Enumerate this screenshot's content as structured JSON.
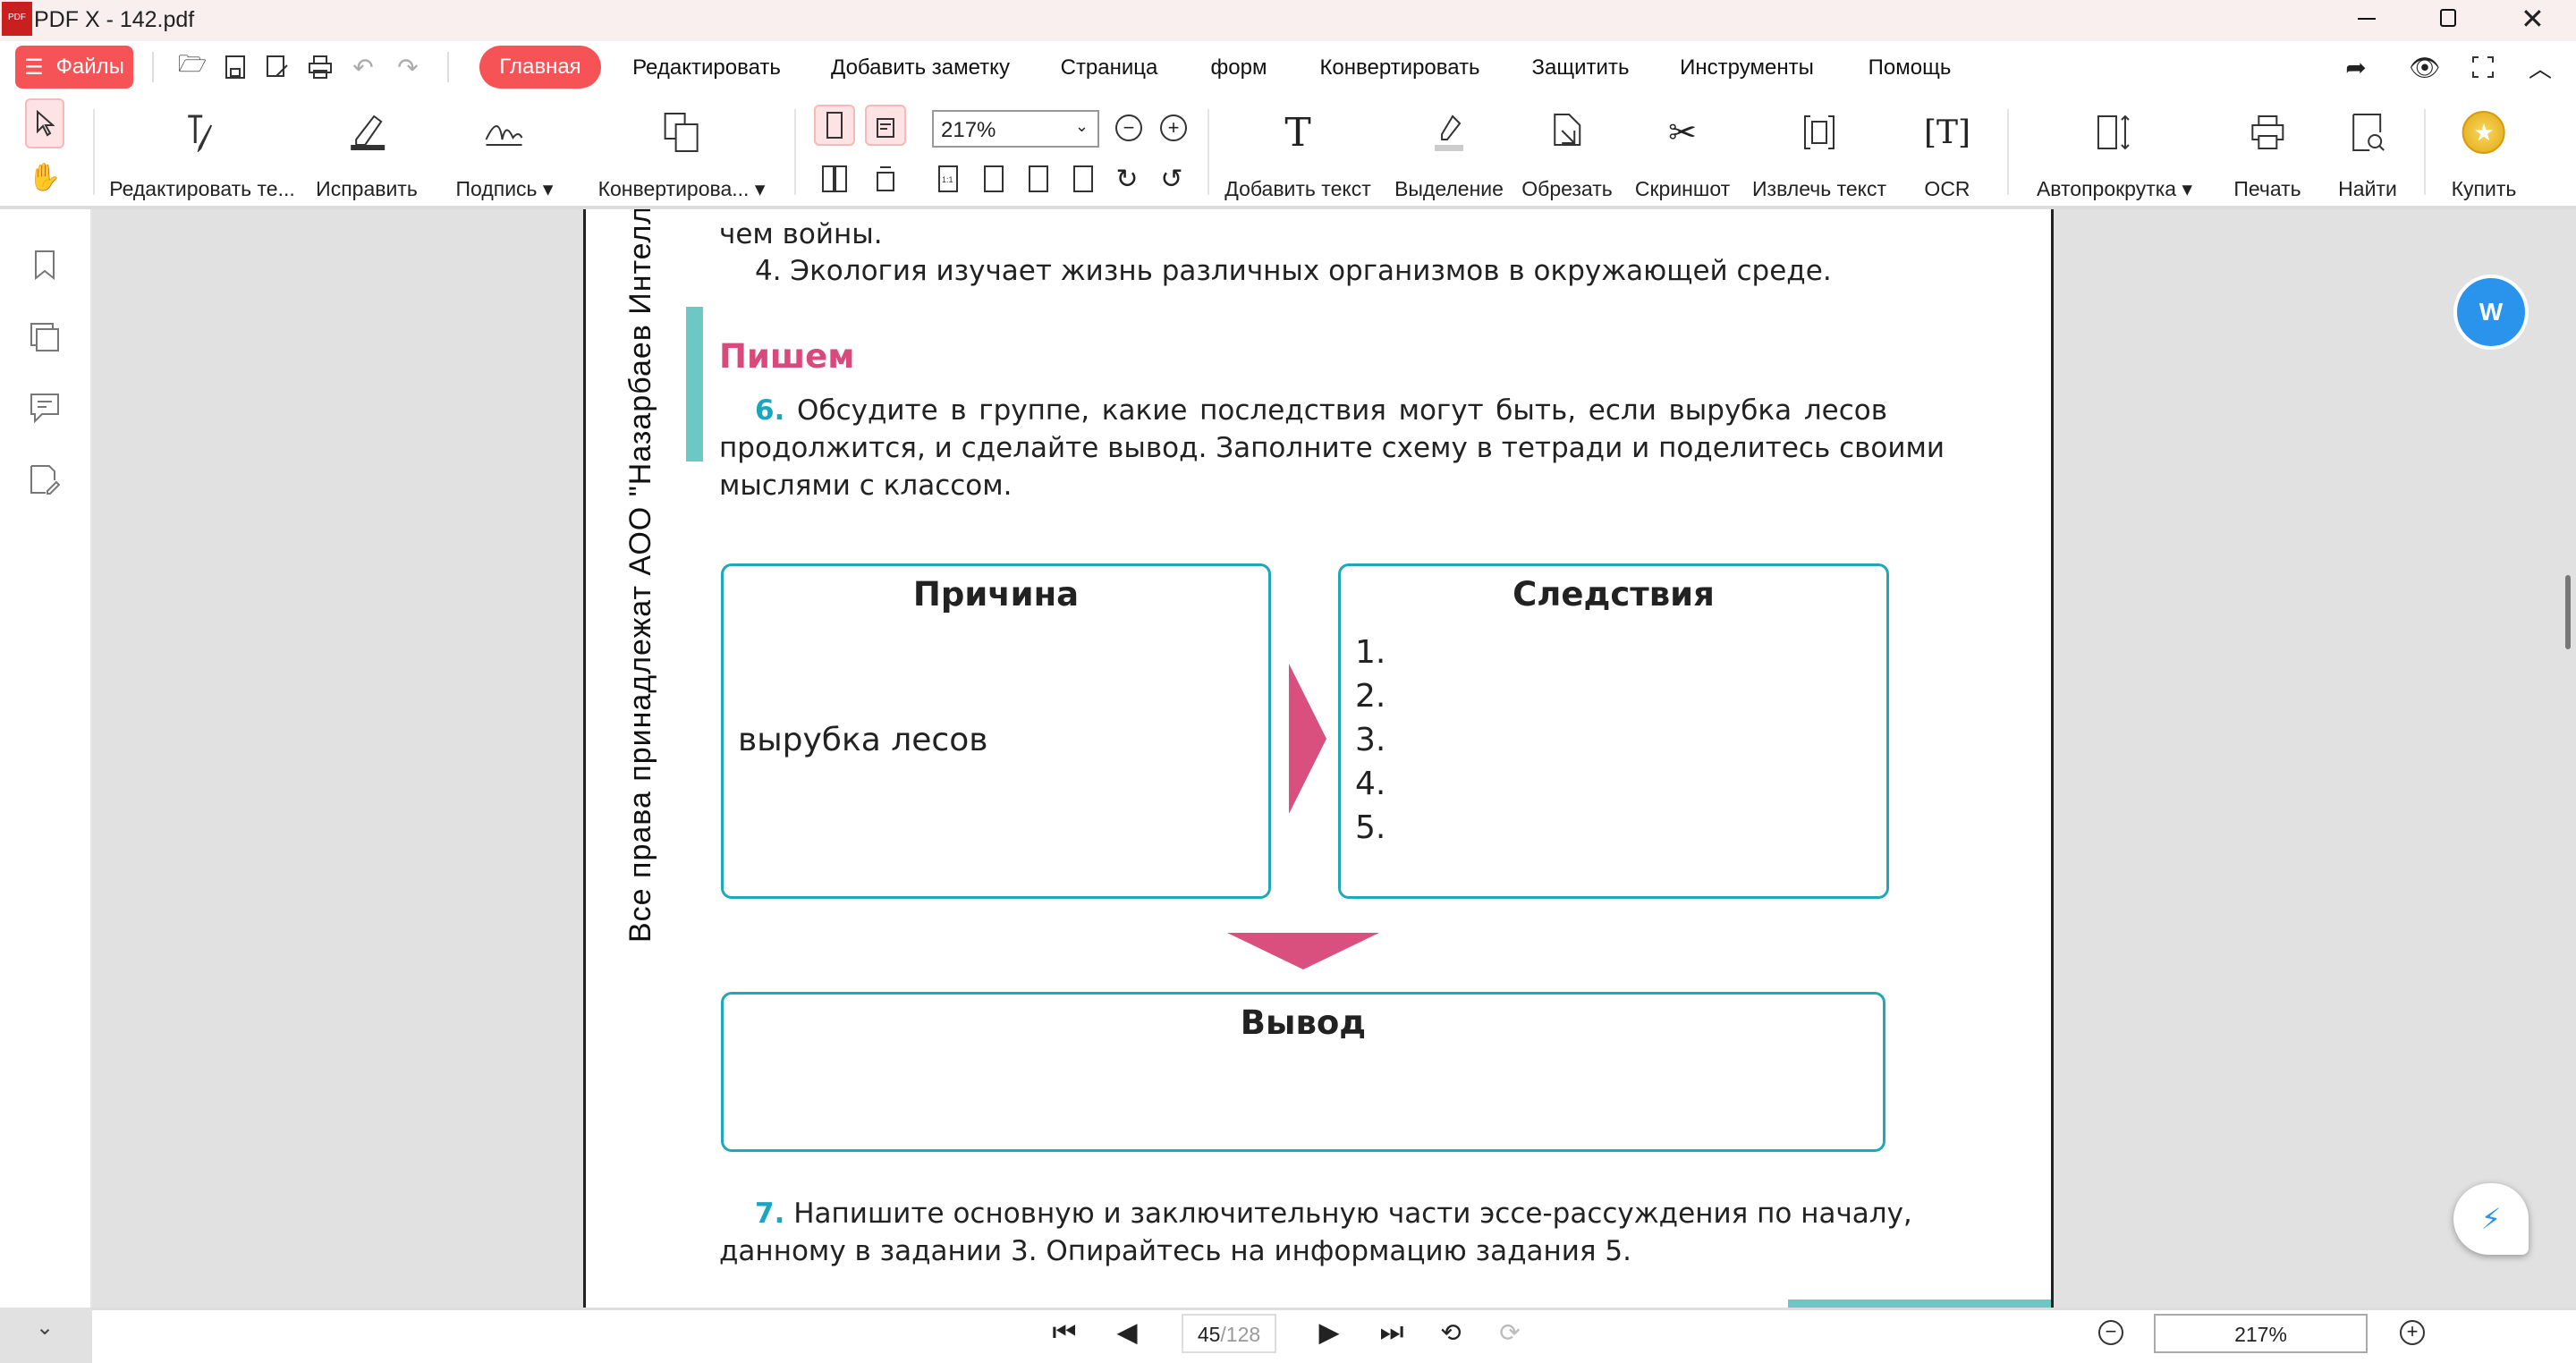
{
  "window": {
    "title": "PDF X - 142.pdf",
    "logo_text": "PDF"
  },
  "menu": {
    "files_label": "Файлы",
    "tabs": [
      "Главная",
      "Редактировать",
      "Добавить заметку",
      "Страница",
      "форм",
      "Конвертировать",
      "Защитить",
      "Инструменты",
      "Помощь"
    ]
  },
  "toolbar": {
    "edit_text": "Редактировать те...",
    "fix": "Исправить",
    "signature": "Подпись",
    "convert": "Конвертирова...",
    "zoom_value": "217%",
    "add_text": "Добавить текст",
    "highlight": "Выделение",
    "crop": "Обрезать",
    "screenshot": "Скриншот",
    "extract_text": "Извлечь текст",
    "ocr": "OCR",
    "autoscroll": "Автопрокрутка",
    "print": "Печать",
    "find": "Найти",
    "buy": "Купить"
  },
  "document": {
    "watermark": "Все права принадлежат АОО \"Назарбаев Интелле",
    "line_prev": "чем войны.",
    "item4": "4. Экология изучает жизнь различных организмов в окружающей среде.",
    "section": "Пишем",
    "task6_num": "6.",
    "task6_line1": "Обсудите в группе, какие последствия могут быть, если вырубка лесов",
    "task6_line2": "продолжится, и сделайте вывод. Заполните схему в тетради и поделитесь своими",
    "task6_line3": "мыслями с классом.",
    "cause_title": "Причина",
    "cause_text": "вырубка лесов",
    "effects_title": "Следствия",
    "effects": [
      "1.",
      "2.",
      "3.",
      "4.",
      "5."
    ],
    "conclusion_title": "Вывод",
    "task7_num": "7.",
    "task7_line1": "Напишите основную и заключительную части эссе-рассуждения по началу,",
    "task7_line2": "данному в задании 3. Опирайтесь на информацию задания 5."
  },
  "bottom": {
    "page_current": "45",
    "page_total": "/128",
    "zoom": "217%"
  },
  "colors": {
    "accent": "#f55356",
    "teal": "#21a8b8",
    "pink": "#d84a7b",
    "sidebar_teal": "#6cc8c4"
  }
}
